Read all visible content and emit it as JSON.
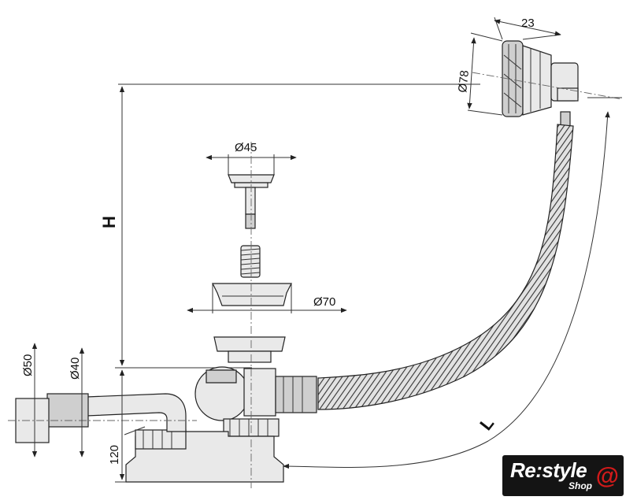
{
  "dimensions": {
    "d23": "23",
    "d78": "Ø78",
    "d45": "Ø45",
    "d70": "Ø70",
    "d50": "Ø50",
    "d40": "Ø40",
    "h120": "120",
    "H": "H",
    "L": "L"
  },
  "logo": {
    "main": "Re:style",
    "sub": "Shop",
    "mark": "@"
  },
  "colors": {
    "line": "#222222",
    "fill": "#e9e9e9",
    "logo_bg": "#141414",
    "logo_accent": "#d21a1a"
  }
}
